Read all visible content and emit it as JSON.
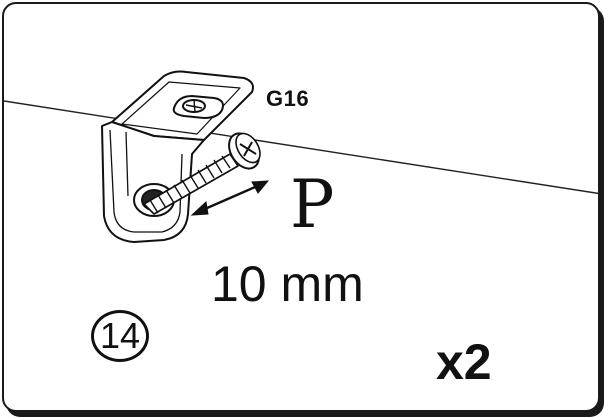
{
  "part": {
    "code": "G16"
  },
  "hole": {
    "symbol": "P",
    "depth": "10 mm"
  },
  "step": {
    "number": "14"
  },
  "quantity": {
    "label": "x2"
  },
  "colors": {
    "ink": "#111111",
    "frame": "#1a1a1a",
    "background": "#ffffff"
  }
}
